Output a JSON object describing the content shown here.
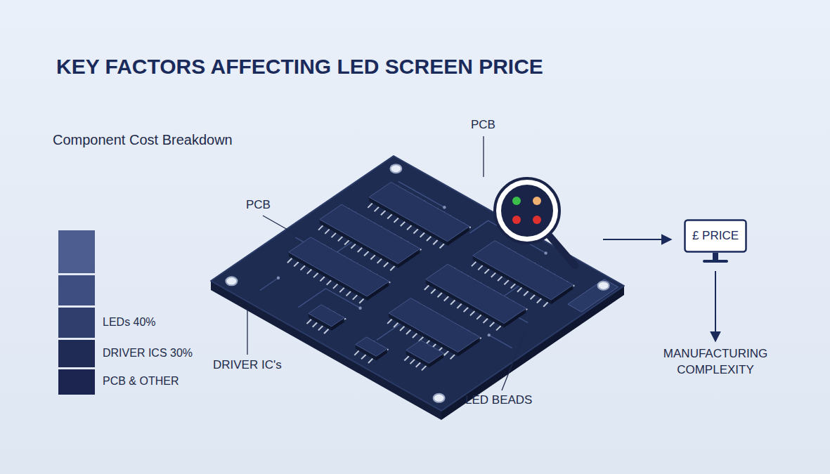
{
  "diagram": {
    "title": "KEY FACTORS AFFECTING LED SCREEN PRICE",
    "nodes": [
      {
        "text": [
          "£ PRICE"
        ]
      },
      {
        "text": [
          "MANUFACTURING COMPLEXITY"
        ]
      }
    ],
    "edges": [
      {
        "from": 0,
        "to": 1,
        "arrow": "to"
      }
    ],
    "labels": [
      "Component Cost Breakdown",
      "PCB",
      "PCB",
      "DRIVER IC's",
      "LED BEADS"
    ],
    "legend": [
      {
        "text": "LEDs 40%",
        "color": "#2f3e6d"
      },
      {
        "text": "DRIVER ICS 30%",
        "color": "#1f2b55"
      },
      {
        "text": "PCB & OTHER",
        "color": "#1b2550"
      }
    ]
  }
}
